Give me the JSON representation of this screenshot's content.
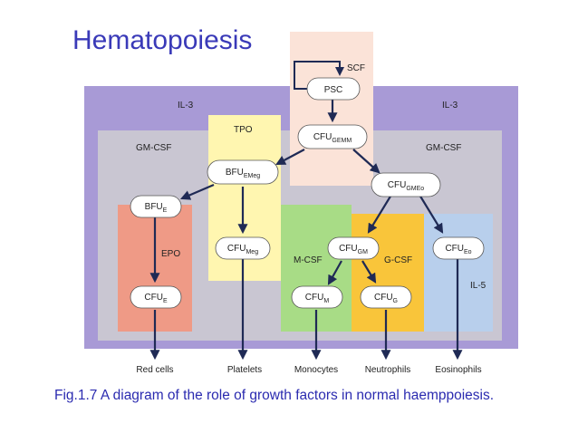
{
  "title": "Hematopoiesis",
  "caption": "Fig.1.7 A diagram of the role of growth factors in normal haemppoiesis.",
  "regions": {
    "scf": "SCF",
    "il3_left": "IL-3",
    "il3_right": "IL-3",
    "gmcsf_left": "GM-CSF",
    "gmcsf_right": "GM-CSF",
    "tpo": "TPO",
    "epo": "EPO",
    "mcsf": "M-CSF",
    "gcsf": "G-CSF",
    "il5": "IL-5"
  },
  "nodes": {
    "psc": {
      "label": "PSC"
    },
    "cfu_gemm": {
      "label": "CFU",
      "sub": "GEMM"
    },
    "bfu_emeg": {
      "label": "BFU",
      "sub": "EMeg"
    },
    "cfu_gmeo": {
      "label": "CFU",
      "sub": "GMEo"
    },
    "bfu_e": {
      "label": "BFU",
      "sub": "E"
    },
    "cfu_meg": {
      "label": "CFU",
      "sub": "Meg"
    },
    "cfu_gm": {
      "label": "CFU",
      "sub": "GM"
    },
    "cfu_eo": {
      "label": "CFU",
      "sub": "Eo"
    },
    "cfu_e": {
      "label": "CFU",
      "sub": "E"
    },
    "cfu_m": {
      "label": "CFU",
      "sub": "M"
    },
    "cfu_g": {
      "label": "CFU",
      "sub": "G"
    }
  },
  "outputs": {
    "red_cells": "Red cells",
    "platelets": "Platelets",
    "monocytes": "Monocytes",
    "neutrophils": "Neutrophils",
    "eosinophils": "Eosinophils"
  },
  "colors": {
    "title": "#3a3ab8",
    "il3_region": "#a89ad6",
    "gmcsf_region": "#c9c6d2",
    "scf_region": "#fbe3d8",
    "tpo_region": "#fff6b0",
    "epo_region": "#ef9a86",
    "mcsf_region": "#a8dc86",
    "gcsf_region": "#f9c53a",
    "il5_region": "#b8cfec",
    "arrow": "#1f2a55"
  }
}
